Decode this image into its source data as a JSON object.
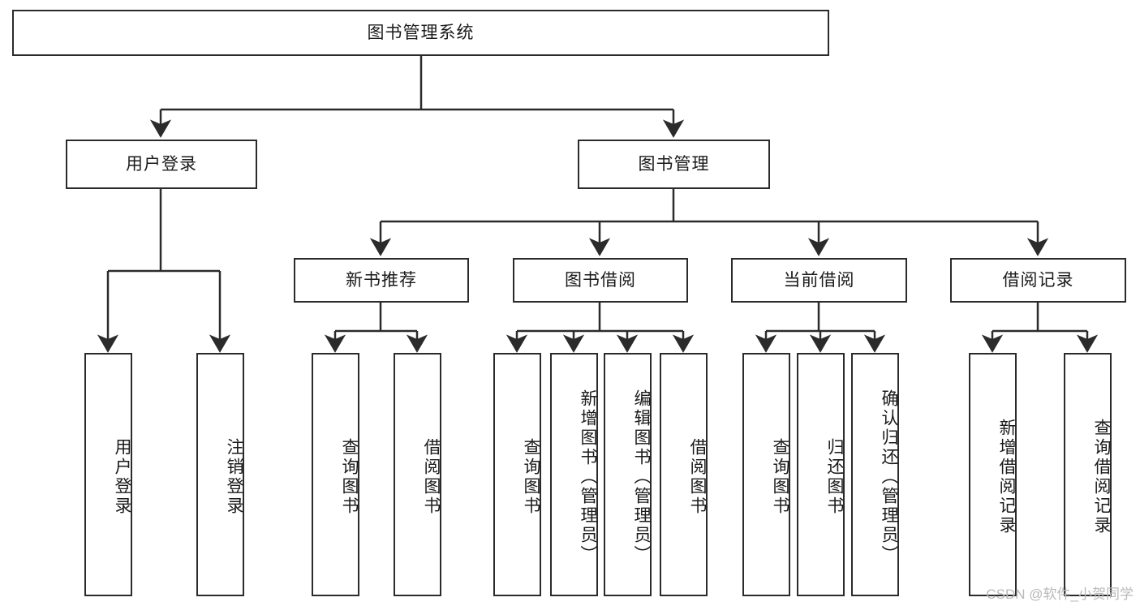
{
  "diagram": {
    "type": "tree-hierarchy",
    "orientation": "top-down",
    "title": "图书管理系统",
    "root": {
      "id": "root",
      "label": "图书管理系统"
    },
    "level1": [
      {
        "id": "user-login",
        "label": "用户登录"
      },
      {
        "id": "book-manage",
        "label": "图书管理"
      }
    ],
    "level2": [
      {
        "id": "new-book-recommend",
        "label": "新书推荐",
        "parent": "book-manage"
      },
      {
        "id": "book-borrow",
        "label": "图书借阅",
        "parent": "book-manage"
      },
      {
        "id": "current-borrow",
        "label": "当前借阅",
        "parent": "book-manage"
      },
      {
        "id": "borrow-record",
        "label": "借阅记录",
        "parent": "book-manage"
      }
    ],
    "leaves": {
      "user_login": [
        {
          "id": "leaf-user-login",
          "label": "用户登录"
        },
        {
          "id": "leaf-user-logout",
          "label": "注销登录"
        }
      ],
      "new_book_recommend": [
        {
          "id": "leaf-query-book-1",
          "label": "查询图书"
        },
        {
          "id": "leaf-borrow-book-1",
          "label": "借阅图书"
        }
      ],
      "book_borrow": [
        {
          "id": "leaf-query-book-2",
          "label": "查询图书"
        },
        {
          "id": "leaf-add-book",
          "label": "新增图书（管理员）"
        },
        {
          "id": "leaf-edit-book",
          "label": "编辑图书（管理员）"
        },
        {
          "id": "leaf-borrow-book-2",
          "label": "借阅图书"
        }
      ],
      "current_borrow": [
        {
          "id": "leaf-query-book-3",
          "label": "查询图书"
        },
        {
          "id": "leaf-return-book",
          "label": "归还图书"
        },
        {
          "id": "leaf-confirm-return",
          "label": "确认归还（管理员）"
        }
      ],
      "borrow_record": [
        {
          "id": "leaf-add-record",
          "label": "新增借阅记录"
        },
        {
          "id": "leaf-query-record",
          "label": "查询借阅记录"
        }
      ]
    }
  },
  "watermark": {
    "text": "CSDN @软件_小贺同学"
  },
  "colors": {
    "stroke": "#2b2b2b",
    "background": "#ffffff",
    "text": "#1a1a1a",
    "watermark": "#b9b9b9"
  }
}
